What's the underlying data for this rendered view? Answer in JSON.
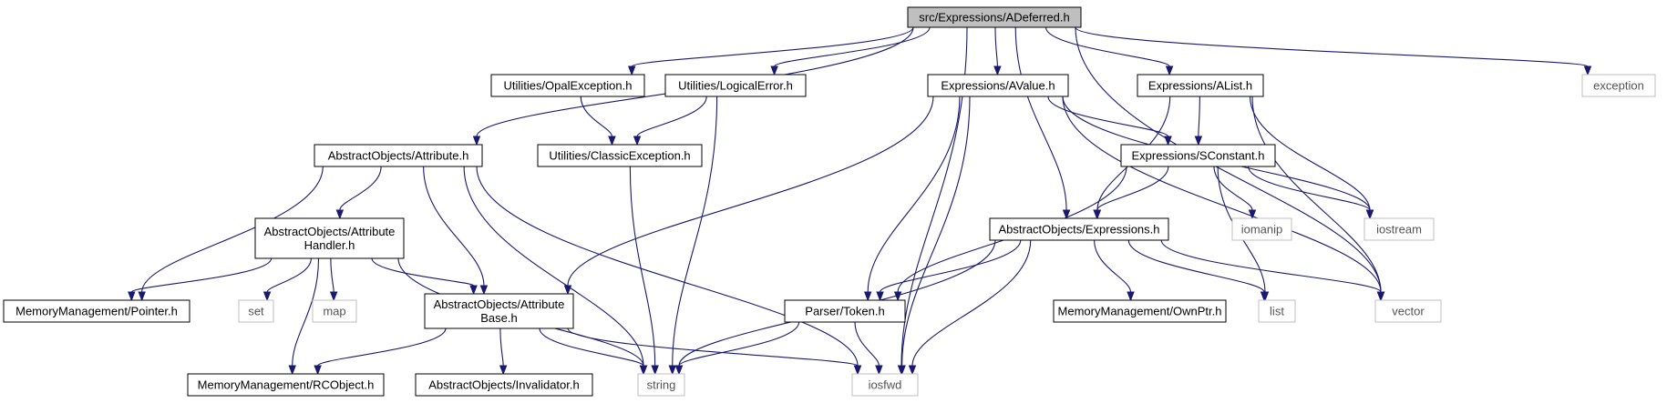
{
  "graph": {
    "colors": {
      "edge": "#191970",
      "root_fill": "#bfbfbf",
      "header_border": "#000000",
      "external_border": "#bfbfbf",
      "external_text": "#555555"
    },
    "nodes": [
      {
        "id": "root",
        "lines": [
          "src/Expressions/ADeferred.h"
        ],
        "kind": "root"
      },
      {
        "id": "opalexc",
        "lines": [
          "Utilities/OpalException.h"
        ],
        "kind": "header"
      },
      {
        "id": "logicerr",
        "lines": [
          "Utilities/LogicalError.h"
        ],
        "kind": "header"
      },
      {
        "id": "avalue",
        "lines": [
          "Expressions/AValue.h"
        ],
        "kind": "header"
      },
      {
        "id": "alist",
        "lines": [
          "Expressions/AList.h"
        ],
        "kind": "header"
      },
      {
        "id": "exception",
        "lines": [
          "exception"
        ],
        "kind": "external"
      },
      {
        "id": "attribute",
        "lines": [
          "AbstractObjects/Attribute.h"
        ],
        "kind": "header"
      },
      {
        "id": "classicexc",
        "lines": [
          "Utilities/ClassicException.h"
        ],
        "kind": "header"
      },
      {
        "id": "sconstant",
        "lines": [
          "Expressions/SConstant.h"
        ],
        "kind": "header"
      },
      {
        "id": "attrhandler",
        "lines": [
          "AbstractObjects/Attribute",
          "Handler.h"
        ],
        "kind": "header"
      },
      {
        "id": "expressions",
        "lines": [
          "AbstractObjects/Expressions.h"
        ],
        "kind": "header"
      },
      {
        "id": "iomanip",
        "lines": [
          "iomanip"
        ],
        "kind": "external"
      },
      {
        "id": "iostream",
        "lines": [
          "iostream"
        ],
        "kind": "external"
      },
      {
        "id": "pointer",
        "lines": [
          "MemoryManagement/Pointer.h"
        ],
        "kind": "header"
      },
      {
        "id": "set",
        "lines": [
          "set"
        ],
        "kind": "external"
      },
      {
        "id": "map",
        "lines": [
          "map"
        ],
        "kind": "external"
      },
      {
        "id": "attrbase",
        "lines": [
          "AbstractObjects/Attribute",
          "Base.h"
        ],
        "kind": "header"
      },
      {
        "id": "token",
        "lines": [
          "Parser/Token.h"
        ],
        "kind": "header"
      },
      {
        "id": "ownptr",
        "lines": [
          "MemoryManagement/OwnPtr.h"
        ],
        "kind": "header"
      },
      {
        "id": "list",
        "lines": [
          "list"
        ],
        "kind": "external"
      },
      {
        "id": "vector",
        "lines": [
          "vector"
        ],
        "kind": "external"
      },
      {
        "id": "rcobject",
        "lines": [
          "MemoryManagement/RCObject.h"
        ],
        "kind": "header"
      },
      {
        "id": "invalidator",
        "lines": [
          "AbstractObjects/Invalidator.h"
        ],
        "kind": "header"
      },
      {
        "id": "string",
        "lines": [
          "string"
        ],
        "kind": "external"
      },
      {
        "id": "iosfwd",
        "lines": [
          "iosfwd"
        ],
        "kind": "external"
      }
    ],
    "edges": [
      [
        "root",
        "opalexc"
      ],
      [
        "root",
        "logicerr"
      ],
      [
        "root",
        "avalue"
      ],
      [
        "root",
        "alist"
      ],
      [
        "root",
        "exception"
      ],
      [
        "root",
        "attribute"
      ],
      [
        "root",
        "expressions"
      ],
      [
        "root",
        "vector"
      ],
      [
        "root",
        "iosfwd"
      ],
      [
        "opalexc",
        "classicexc"
      ],
      [
        "logicerr",
        "classicexc"
      ],
      [
        "logicerr",
        "string"
      ],
      [
        "classicexc",
        "string"
      ],
      [
        "avalue",
        "sconstant"
      ],
      [
        "avalue",
        "attrbase"
      ],
      [
        "avalue",
        "token"
      ],
      [
        "avalue",
        "iosfwd"
      ],
      [
        "avalue",
        "iostream"
      ],
      [
        "avalue",
        "vector"
      ],
      [
        "alist",
        "sconstant"
      ],
      [
        "alist",
        "expressions"
      ],
      [
        "alist",
        "iostream"
      ],
      [
        "alist",
        "vector"
      ],
      [
        "attribute",
        "attrhandler"
      ],
      [
        "attribute",
        "pointer"
      ],
      [
        "attribute",
        "attrbase"
      ],
      [
        "attribute",
        "string"
      ],
      [
        "attribute",
        "iosfwd"
      ],
      [
        "sconstant",
        "expressions"
      ],
      [
        "sconstant",
        "iomanip"
      ],
      [
        "sconstant",
        "iostream"
      ],
      [
        "sconstant",
        "list"
      ],
      [
        "sconstant",
        "token"
      ],
      [
        "attrhandler",
        "pointer"
      ],
      [
        "attrhandler",
        "set"
      ],
      [
        "attrhandler",
        "map"
      ],
      [
        "attrhandler",
        "attrbase"
      ],
      [
        "attrhandler",
        "rcobject"
      ],
      [
        "attrhandler",
        "string"
      ],
      [
        "expressions",
        "token"
      ],
      [
        "expressions",
        "ownptr"
      ],
      [
        "expressions",
        "list"
      ],
      [
        "expressions",
        "vector"
      ],
      [
        "expressions",
        "string"
      ],
      [
        "expressions",
        "iosfwd"
      ],
      [
        "attrbase",
        "rcobject"
      ],
      [
        "attrbase",
        "invalidator"
      ],
      [
        "attrbase",
        "string"
      ],
      [
        "attrbase",
        "iosfwd"
      ],
      [
        "token",
        "string"
      ],
      [
        "token",
        "iosfwd"
      ]
    ]
  }
}
